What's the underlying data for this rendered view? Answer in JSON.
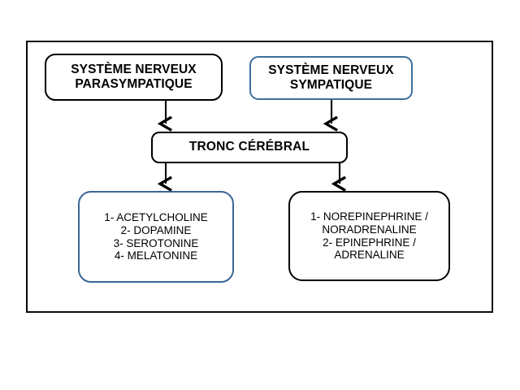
{
  "diagram": {
    "title_text": "",
    "colors": {
      "frame_border": "#0a0a0a",
      "black_border": "#000000",
      "blue_border": "#3d6e9e",
      "blue_border_dark": "#3b6694",
      "background": "#ffffff",
      "text": "#000000",
      "connector": "#000000"
    },
    "nodes": [
      {
        "id": "parasympathetic",
        "label": "SYSTÈME NERVEUX\nPARASYMPATIQUE",
        "border_style": "black",
        "role": "source-left"
      },
      {
        "id": "sympathetic",
        "label": "SYSTÈME NERVEUX\nSYMPATIQUE",
        "border_style": "blue",
        "role": "source-right"
      },
      {
        "id": "brainstem",
        "label": "TRONC CÉRÉBRAL",
        "border_style": "black",
        "role": "hub"
      },
      {
        "id": "parasympathetic-neurotransmitters",
        "label": "1- ACETYLCHOLINE\n2-   DOPAMINE\n3- SEROTONINE\n4- MELATONINE",
        "border_style": "blue-thick",
        "role": "output-left",
        "items": [
          "1- ACETYLCHOLINE",
          "2-   DOPAMINE",
          "3- SEROTONINE",
          "4- MELATONINE"
        ]
      },
      {
        "id": "sympathetic-neurotransmitters",
        "label": "1- NOREPINEPHRINE /\nNORADRENALINE\n2-  EPINEPHRINE /\nADRENALINE",
        "border_style": "black",
        "role": "output-right",
        "items": [
          "1- NOREPINEPHRINE /",
          "NORADRENALINE",
          "2-  EPINEPHRINE /",
          "ADRENALINE"
        ]
      }
    ],
    "connectors": [
      {
        "id": "parasympathetic-to-brainstem",
        "from": "parasympathetic",
        "to": "brainstem",
        "arrowhead": true
      },
      {
        "id": "sympathetic-to-brainstem",
        "from": "sympathetic",
        "to": "brainstem",
        "arrowhead": true
      },
      {
        "id": "brainstem-to-parasympathetic-neurotransmitters",
        "from": "brainstem",
        "to": "parasympathetic-neurotransmitters",
        "arrowhead": true
      },
      {
        "id": "brainstem-to-sympathetic-neurotransmitters",
        "from": "brainstem",
        "to": "sympathetic-neurotransmitters",
        "arrowhead": true
      }
    ]
  }
}
